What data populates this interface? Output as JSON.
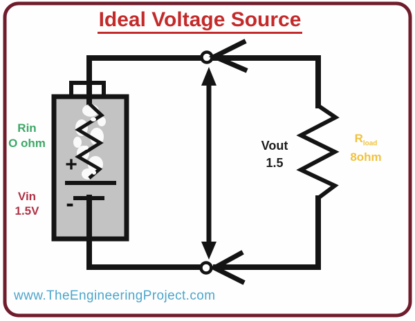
{
  "title": "Ideal Voltage Source",
  "labels": {
    "rin_name": "Rin",
    "rin_value": "O ohm",
    "vin_name": "Vin",
    "vin_value": "1.5V",
    "plus_sign": "+",
    "minus_sign": "-",
    "vout_name": "Vout",
    "vout_value": "1.5",
    "rload_base": "R",
    "rload_sub": "load",
    "rload_value": "8ohm"
  },
  "footer": {
    "website": "www.TheEngineeringProject.com"
  },
  "colors": {
    "title_red": "#C42A2A",
    "border_maroon": "#701C2C",
    "rin_green": "#3EA768",
    "vin_red": "#AF3245",
    "rload_yellow": "#F0C23E",
    "website_blue": "#4CA6CB",
    "battery_gray": "#C3C3C3",
    "wire_black": "#141414"
  }
}
